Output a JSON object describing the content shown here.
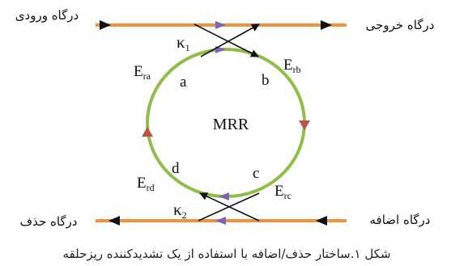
{
  "ports": {
    "input": "درگاه ورودی",
    "output": "درگاه خروجی",
    "add": "درگاه اضافه",
    "drop": "درگاه حذف"
  },
  "ring": {
    "label": "MRR",
    "points": {
      "a": "a",
      "b": "b",
      "c": "c",
      "d": "d"
    },
    "fields": [
      {
        "base": "E",
        "sub": "ra"
      },
      {
        "base": "E",
        "sub": "rb"
      },
      {
        "base": "E",
        "sub": "rc"
      },
      {
        "base": "E",
        "sub": "rd"
      }
    ]
  },
  "couplers": [
    {
      "base": "κ",
      "sub": "1"
    },
    {
      "base": "κ",
      "sub": "2"
    }
  ],
  "caption": "شکل ۱.ساختار حذف/اضافه با استفاده از یک تشدیدکننده ریزحلقه",
  "colors": {
    "waveguide": "#f2913f",
    "ring": "#8fbd47",
    "arrow_up": "#c0504d",
    "arrow_down": "#c0504d",
    "guide_arrow": "#7a66b3",
    "black": "#111111"
  }
}
